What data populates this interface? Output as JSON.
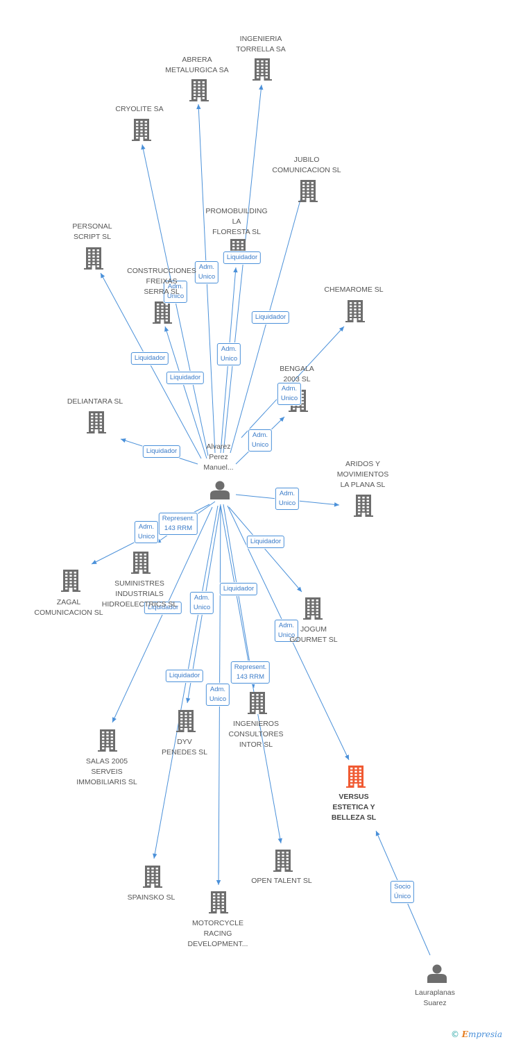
{
  "colors": {
    "edge": "#4a90d9",
    "company_icon": "#6d6d6d",
    "focus_icon": "#f05a32",
    "person_icon": "#6d6d6d",
    "label": "#555555"
  },
  "nodes": [
    {
      "id": "alvarez",
      "type": "person",
      "label": "Alvarez\nPerez\nManuel..."
    },
    {
      "id": "lauraplanas",
      "type": "person",
      "label": "Lauraplanas\nSuarez"
    },
    {
      "id": "ingenieria",
      "type": "company",
      "label": "INGENIERIA\nTORRELLA SA"
    },
    {
      "id": "abrera",
      "type": "company",
      "label": "ABRERA\nMETALURGICA SA"
    },
    {
      "id": "cryolite",
      "type": "company",
      "label": "CRYOLITE SA"
    },
    {
      "id": "jubilo",
      "type": "company",
      "label": "JUBILO\nCOMUNICACION SL"
    },
    {
      "id": "promobuilding",
      "type": "company",
      "label": "PROMOBUILDING\nLA\nFLORESTA SL"
    },
    {
      "id": "personal",
      "type": "company",
      "label": "PERSONAL\nSCRIPT SL"
    },
    {
      "id": "construcciones",
      "type": "company",
      "label": "CONSTRUCCIONES\nFREIXAS\nSERRA SL"
    },
    {
      "id": "chemarome",
      "type": "company",
      "label": "CHEMAROME SL"
    },
    {
      "id": "bengala",
      "type": "company",
      "label": "BENGALA\n2003 SL"
    },
    {
      "id": "deliantara",
      "type": "company",
      "label": "DELIANTARA SL"
    },
    {
      "id": "aridos",
      "type": "company",
      "label": "ARIDOS Y\nMOVIMIENTOS\nLA PLANA SL"
    },
    {
      "id": "suministres",
      "type": "company",
      "label": "SUMINISTRES\nINDUSTRIALS\nHIDROELECTRICS SL"
    },
    {
      "id": "zagal",
      "type": "company",
      "label": "ZAGAL\nCOMUNICACION SL"
    },
    {
      "id": "gourmet",
      "type": "company",
      "label": "JOGUM\nGOURMET SL"
    },
    {
      "id": "ingenieros",
      "type": "company",
      "label": "INGENIEROS\nCONSULTORES\nINTOR SL"
    },
    {
      "id": "dyv",
      "type": "company",
      "label": "DYV\nPENEDES SL"
    },
    {
      "id": "salas",
      "type": "company",
      "label": "SALAS 2005\nSERVEIS\nIMMOBILIARIS SL"
    },
    {
      "id": "versus",
      "type": "company",
      "focus": true,
      "label": "VERSUS\nESTETICA Y\nBELLEZA SL"
    },
    {
      "id": "opentalent",
      "type": "company",
      "label": "OPEN TALENT SL"
    },
    {
      "id": "spainsko",
      "type": "company",
      "label": "SPAINSKO SL"
    },
    {
      "id": "motorcycle",
      "type": "company",
      "label": "MOTORCYCLE\nRACING\nDEVELOPMENT..."
    }
  ],
  "edges": [
    {
      "from": "alvarez",
      "to": "ingenieria",
      "label": "Liquidador"
    },
    {
      "from": "alvarez",
      "to": "abrera",
      "label": "Adm.\nUnico"
    },
    {
      "from": "alvarez",
      "to": "cryolite",
      "label": "Adm.\nUnico"
    },
    {
      "from": "alvarez",
      "to": "jubilo",
      "label": "Liquidador"
    },
    {
      "from": "alvarez",
      "to": "promobuilding",
      "label": "Adm.\nUnico"
    },
    {
      "from": "alvarez",
      "to": "personal",
      "label": "Liquidador"
    },
    {
      "from": "alvarez",
      "to": "construcciones",
      "label": "Liquidador"
    },
    {
      "from": "alvarez",
      "to": "chemarome",
      "label": "Adm.\nUnico"
    },
    {
      "from": "alvarez",
      "to": "bengala",
      "label": "Adm.\nUnico"
    },
    {
      "from": "alvarez",
      "to": "deliantara",
      "label": "Liquidador"
    },
    {
      "from": "alvarez",
      "to": "aridos",
      "label": "Adm.\nUnico"
    },
    {
      "from": "alvarez",
      "to": "suministres",
      "label": "Represent.\n143 RRM"
    },
    {
      "from": "alvarez",
      "to": "zagal",
      "label": "Adm.\nUnico"
    },
    {
      "from": "alvarez",
      "to": "gourmet",
      "label": "Liquidador"
    },
    {
      "from": "alvarez",
      "to": "ingenieros",
      "label": "Liquidador"
    },
    {
      "from": "alvarez",
      "to": "dyv",
      "label": "Adm.\nUnico"
    },
    {
      "from": "alvarez",
      "to": "salas",
      "label": "Liquidador"
    },
    {
      "from": "alvarez",
      "to": "versus",
      "label": "Adm.\nUnico"
    },
    {
      "from": "alvarez",
      "to": "opentalent",
      "label": "Represent.\n143 RRM"
    },
    {
      "from": "alvarez",
      "to": "spainsko",
      "label": "Liquidador"
    },
    {
      "from": "alvarez",
      "to": "motorcycle",
      "label": "Adm.\nUnico"
    },
    {
      "from": "lauraplanas",
      "to": "versus",
      "label": "Socio\nÚnico"
    }
  ],
  "footer": {
    "copyright": "©",
    "brand_initial": "E",
    "brand_rest": "mpresia"
  }
}
